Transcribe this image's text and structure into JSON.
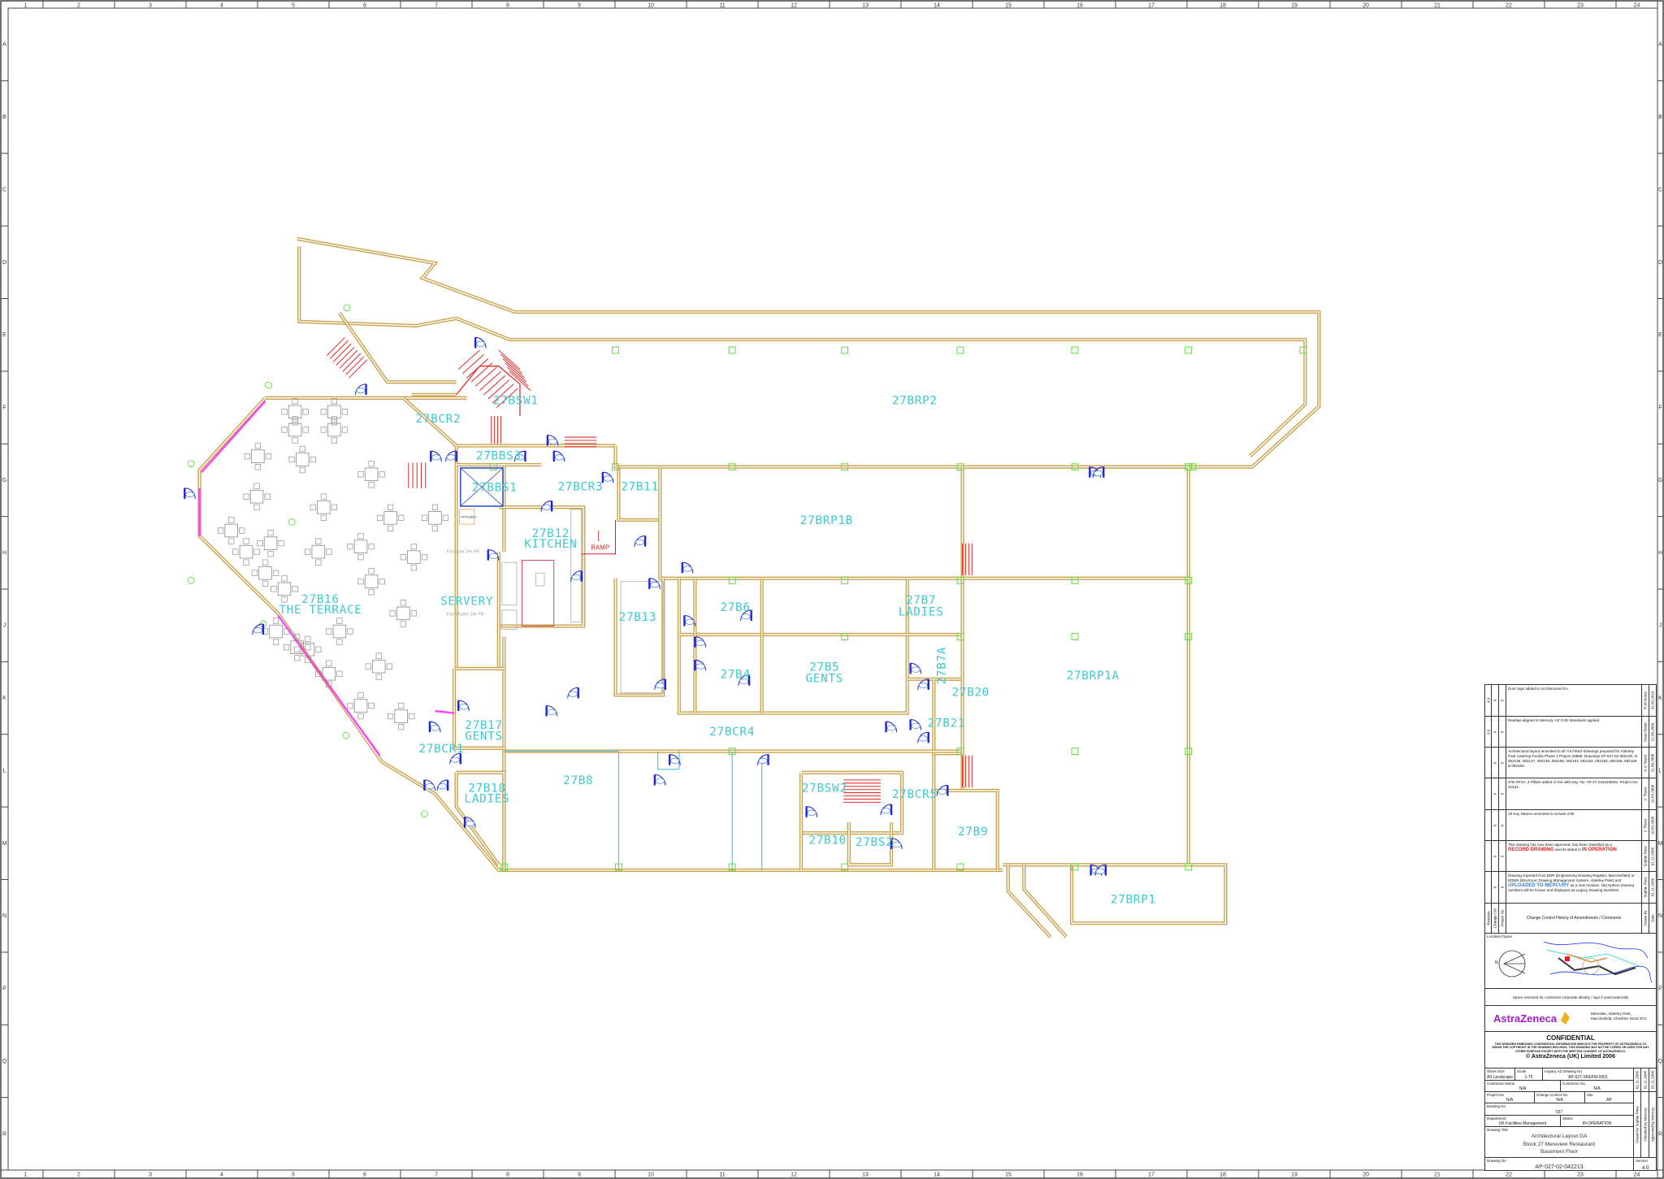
{
  "frame": {
    "columns": [
      "1",
      "2",
      "3",
      "4",
      "5",
      "6",
      "7",
      "8",
      "9",
      "10",
      "11",
      "12",
      "13",
      "14",
      "15",
      "16",
      "17",
      "18",
      "19",
      "20",
      "21",
      "22",
      "23",
      "24"
    ],
    "rows": [
      "A",
      "B",
      "C",
      "D",
      "E",
      "F",
      "G",
      "H",
      "J",
      "K",
      "L",
      "M",
      "N",
      "P",
      "Q",
      "R"
    ]
  },
  "colors": {
    "wall": "#c9a14a",
    "room_label": "#3ccad2",
    "door": "#2020e0",
    "stair": "#e03030",
    "glazing": "#ff40ff",
    "column": "#60e040",
    "partition": "#30c0e0"
  },
  "rooms": {
    "r27BSW1": "27BSW1",
    "r27BCR2": "27BCR2",
    "r27BRP2": "27BRP2",
    "r27BBS3": "27BBS3",
    "r27BBS1": "27BBS1",
    "r27BCR3": "27BCR3",
    "r27B11": "27B11",
    "r27B12": "27B12",
    "kitchen": "KITCHEN",
    "r27BRP1B": "27BRP1B",
    "servery": "SERVERY",
    "r27B16": "27B16",
    "terrace": "THE TERRACE",
    "r27B13": "27B13",
    "r27B6": "27B6",
    "r27B7": "27B7",
    "ladies1": "LADIES",
    "r27B4": "27B4",
    "r27B5": "27B5",
    "gents1": "GENTS",
    "r27B7A": "27B7A",
    "r27B20": "27B20",
    "r27B21": "27B21",
    "r27BRP1A": "27BRP1A",
    "r27B17": "27B17",
    "gents2": "GENTS",
    "r27BCR1": "27BCR1",
    "r27BCR4": "27BCR4",
    "r27B8": "27B8",
    "r27BSW2": "27BSW2",
    "r27BCR5": "27BCR5",
    "r27B18": "27B18",
    "ladies2": "LADIES",
    "r27B9": "27B9",
    "r27B10": "27B10",
    "r27BS2": "27BS2",
    "r27BRP1": "27BRP1"
  },
  "annotations": {
    "ramp": "RAMP",
    "fire_door": "Fire Door 1Hr FR",
    "fire_shutter": "Fire Shutter 1Hr FR",
    "till": "Till Position"
  },
  "title_block": {
    "revisions": [
      {
        "rev": "4.0",
        "cc": "0",
        "proj": "0",
        "text": "Door tags added to Architectural GA.",
        "by": "R.W Burns",
        "date": "31.03.2010"
      },
      {
        "rev": "3.0",
        "cc": "0",
        "proj": "0",
        "text": "Realtias aligned to Mercury. AZ CAD standards applied.",
        "by": "Dean Slater",
        "date": "21.08.2009"
      },
      {
        "rev": "",
        "cc": "0",
        "proj": "0",
        "text": "Architectural layout amended to all 'As Fitted' drawings prepared for Alderley Park Catering Facility Phase 1 Project 20896. Drawings AP-027-02-082129, to 082135, 082147, 082148, 082150, 082151, 082154, 082155, 082156, 082159 & 082160.",
        "by": "K.G Taylor",
        "date": "31.08.2008"
      },
      {
        "rev": "",
        "cc": "0",
        "proj": "0",
        "text": "27B RP1A, 4 Pillars added in line with Drg. No. AP-27-21542M004. Project No. 21542.",
        "by": "C Thorn",
        "date": "16.03.2008"
      },
      {
        "rev": "",
        "cc": "0",
        "proj": "0",
        "text": "All Key Names amended to include 27B.",
        "by": "C Thorn",
        "date": "10.03.2008"
      },
      {
        "rev": "",
        "cc": "0",
        "proj": "0",
        "text_pre": "This drawing has now been approved, has been classified as a",
        "text_red1": "RECORD DRAWING",
        "text_mid": "and its status is",
        "text_red2": "IN OPERATION",
        "by": "Sophie Price",
        "date": "01.11.2006"
      },
      {
        "rev": "",
        "cc": "0",
        "proj": "0",
        "text_pre": "Drawing imported from EDR (Engineering Drawing Register, Macclesfield) or EDMS (Electronic Drawing Management System, Alderley Park) and",
        "text_blue": "UPLOADED TO MERCURY",
        "text_post": "as a new revision. Old system drawing numbers will be known and displayed as Legacy Drawing Numbers.",
        "by": "Sophie Price",
        "date": "01.11.2006"
      }
    ],
    "rev_header": {
      "rev": "Revision",
      "cc": "Change Ctrl",
      "proj": "Project No",
      "text": "Change Control History of Amendments / Comments",
      "by": "Drawn by",
      "date": "Date"
    },
    "location_label": "Location Figure",
    "north": "N",
    "reserved": "Space reserved for contractor corporate identity / logo if used externally",
    "logo": "AstraZeneca",
    "address": "Mereside, Alderley Park, Macclesfield, Cheshire SK10 4TG",
    "confidential_title": "CONFIDENTIAL",
    "confidential_body": "THIS DRAWING EMBODIES CONFIDENTIAL INFORMATION WHICH IS THE PROPERTY OF ASTRAZENECA TO WHOM THE COPYRIGHT IN THE DRAWING BELONGS. THIS DRAWING MAY NOT BE COPIED OR USED FOR ANY OTHER PURPOSE EXCEPT WITH THE WRITTEN CONSENT OF ASTRAZENECA.",
    "copyright": "© AstraZeneca (UK) Limited 2006",
    "sheet_size_label": "Sheet Size",
    "sheet_size": "A0 Landscape",
    "scale_label": "Scale",
    "scale": "1-75",
    "legacy_label": "Legacy AZ Drawing No",
    "legacy": "AP-027-XREFM-0001",
    "contractor_name_label": "Contractor Name",
    "contractor_name": "N/A",
    "contractor_no_label": "Contractor No",
    "contractor_no": "N/A",
    "project_no_label": "Project No",
    "project_no": "N/A",
    "change_control_label": "Change Control No",
    "change_control": "N/A",
    "site_label": "Site",
    "site": "AP",
    "building_label": "Building No",
    "building": "027",
    "department_label": "Department",
    "department": "UK Facilities Management",
    "status_label": "Status",
    "status": "IN OPERATION",
    "drawing_title_label": "Drawing Title",
    "drawing_title": [
      "Architectural Layout GA",
      "Block 27 Mereview Restaurant",
      "Basement Floor"
    ],
    "drawing_no_label": "Drawing No",
    "drawing_no": "AP-027-02-042213",
    "version_label": "Version",
    "version": "4.0",
    "approvals": [
      {
        "role": "Drawn by",
        "name": "Sophie Price",
        "date": "01.11.2006"
      },
      {
        "role": "Checked by",
        "name": "Mercury",
        "date": "01.11.2006"
      },
      {
        "role": "Approved by",
        "name": "Mercury",
        "date": "01.11.2006"
      }
    ]
  }
}
